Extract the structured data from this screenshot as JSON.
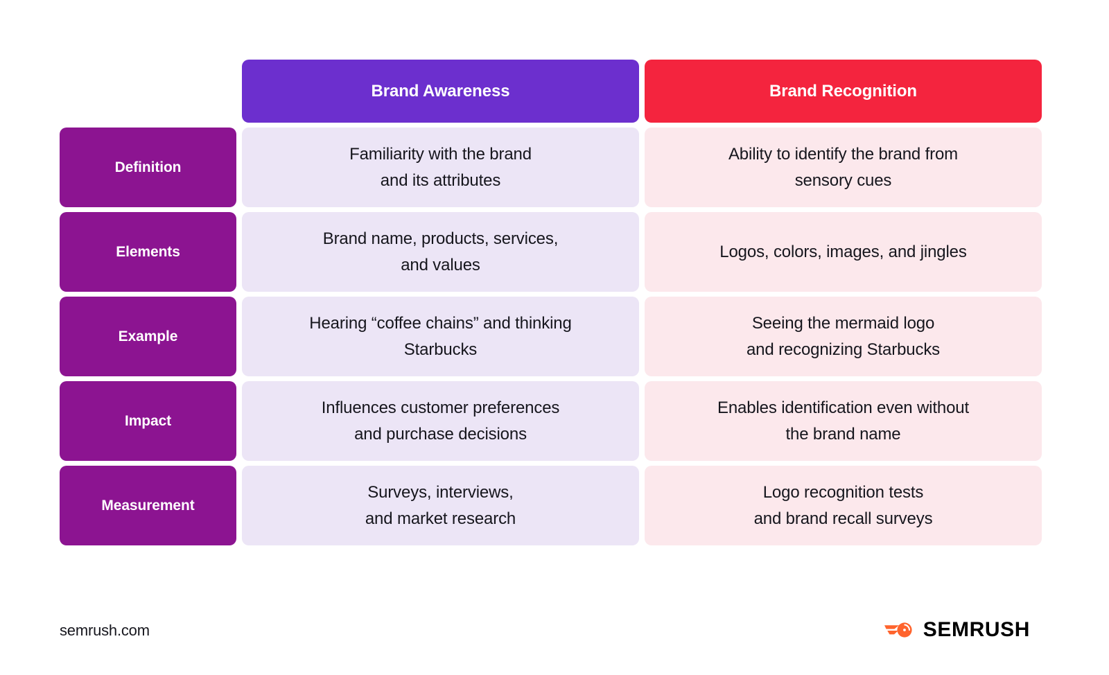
{
  "table": {
    "corner_label": "",
    "columns": [
      {
        "label": "Brand Awareness",
        "color": "#6c2fce",
        "cell_bg": "#ece5f6"
      },
      {
        "label": "Brand Recognition",
        "color": "#f4243e",
        "cell_bg": "#fce8ec"
      }
    ],
    "row_label_color": "#8c1491",
    "rows": [
      {
        "label": "Definition",
        "awareness": "Familiarity with the brand\nand its attributes",
        "recognition": "Ability to identify the brand from\nsensory cues"
      },
      {
        "label": "Elements",
        "awareness": "Brand name, products, services,\nand values",
        "recognition": "Logos, colors, images, and jingles"
      },
      {
        "label": "Example",
        "awareness": "Hearing “coffee chains” and thinking\nStarbucks",
        "recognition": "Seeing the mermaid logo\nand recognizing Starbucks"
      },
      {
        "label": "Impact",
        "awareness": "Influences customer preferences\nand purchase decisions",
        "recognition": "Enables identification even without\nthe brand name"
      },
      {
        "label": "Measurement",
        "awareness": "Surveys, interviews,\nand market research",
        "recognition": "Logo recognition tests\nand brand recall surveys"
      }
    ]
  },
  "footer": {
    "url": "semrush.com",
    "brand_name": "SEMRUSH",
    "brand_icon": "semrush-comet-icon",
    "brand_color": "#ff642d"
  }
}
